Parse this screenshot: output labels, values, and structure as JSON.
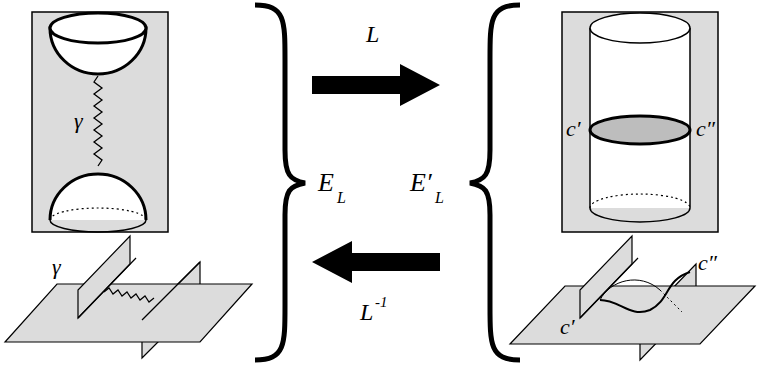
{
  "diagram": {
    "labels": [
      "γ",
      "γ",
      "L",
      "L",
      "-1",
      "E",
      "L",
      "E′",
      "L",
      "c′",
      "c″",
      "c′",
      "c″"
    ]
  }
}
